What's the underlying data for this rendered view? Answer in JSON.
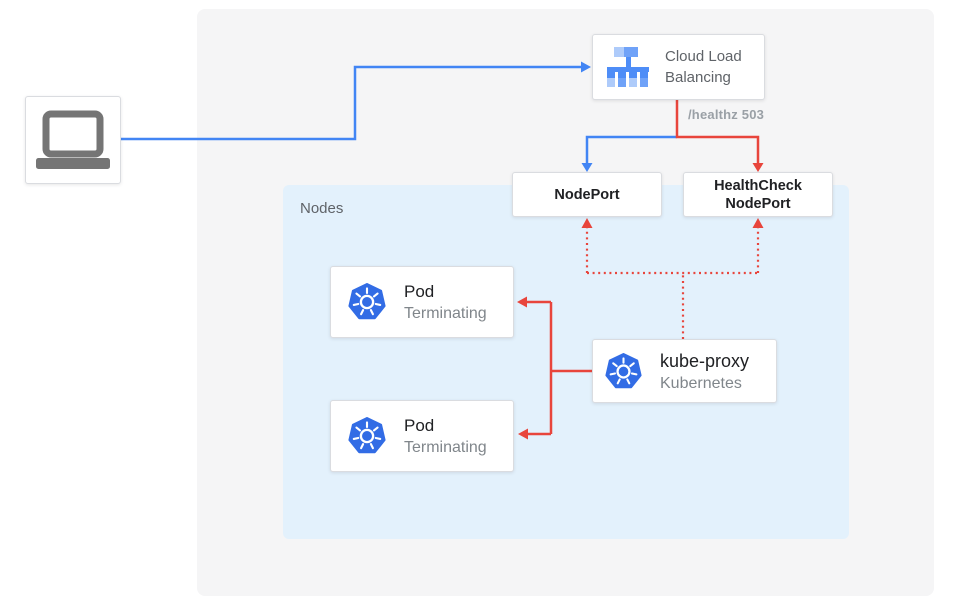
{
  "colors": {
    "flow_blue": "#4285f4",
    "flow_red": "#e8453c",
    "kubernetes_blue": "#326ce5",
    "lb_icon_blue": "#4e8df7",
    "lb_icon_light_blue": "#aecbfa",
    "panel_bg": "#f5f5f6",
    "nodes_bg": "#e3f1fc",
    "box_border": "#dadce0",
    "title_text": "#202124",
    "subtitle_text": "#80868b",
    "label_text": "#5f6368",
    "healthz_text": "#9aa0a6",
    "laptop_gray": "#757575"
  },
  "icons": {
    "client": "laptop-icon",
    "load_balancer": "cloud-load-balancing-icon",
    "pod": "kubernetes-icon",
    "kube_proxy": "kubernetes-icon"
  },
  "load_balancer": {
    "line1": "Cloud Load",
    "line2": "Balancing"
  },
  "health_check_path": "/healthz 503",
  "node_port": {
    "label": "NodePort"
  },
  "health_check_node_port": {
    "line1": "HealthCheck",
    "line2": "NodePort"
  },
  "nodes_group": {
    "label": "Nodes"
  },
  "pods": [
    {
      "title": "Pod",
      "status": "Terminating"
    },
    {
      "title": "Pod",
      "status": "Terminating"
    }
  ],
  "kube_proxy": {
    "title": "kube-proxy",
    "subtitle": "Kubernetes"
  }
}
